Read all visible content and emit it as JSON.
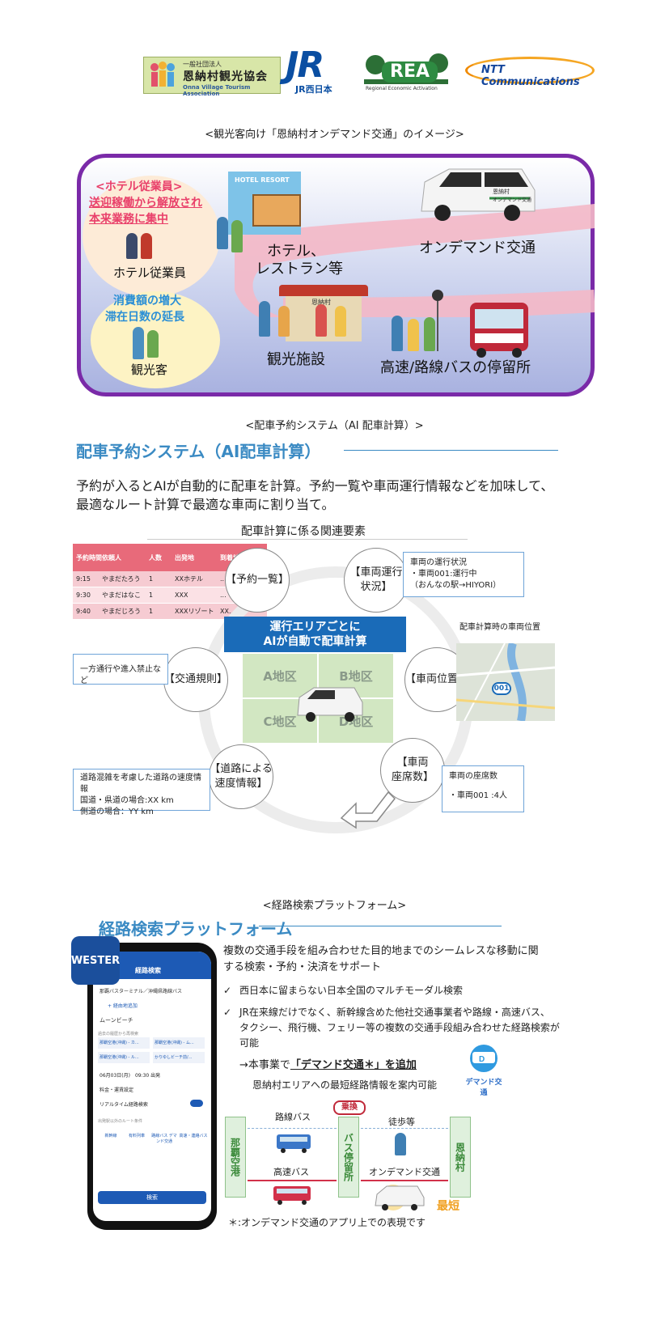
{
  "logos": {
    "onna": {
      "small": "一般社団法人",
      "name": "恩納村観光協会",
      "en": "Onna Village Tourism Association"
    },
    "jr": {
      "mark": "JR",
      "name": "JR西日本"
    },
    "rea": {
      "mark": "REA",
      "sub": "Regional Economic Activation"
    },
    "ntt": {
      "name": "NTT Communications"
    }
  },
  "section1": {
    "caption": "<観光客向け「恩納村オンデマンド交通」のイメージ>",
    "staff_bubble": {
      "l1": "<ホテル従業員>",
      "l2": "送迎稼働から解放され",
      "l3": "本来業務に集中",
      "label": "ホテル従業員"
    },
    "tourist_bubble": {
      "l1": "消費額の増大",
      "l2": "滞在日数の延長",
      "label": "観光客"
    },
    "hotel": {
      "l1": "ホテル、",
      "l2": "レストラン等",
      "sign": "HOTEL RESORT"
    },
    "ondemand": "オンデマンド交通",
    "van_text": {
      "l1": "恩納村",
      "l2": "オンデマンド交通"
    },
    "facility": "観光施設",
    "facility_sign": "恩納村",
    "bus_stop": "高速/路線バスの停留所"
  },
  "section2": {
    "caption": "<配車予約システム（AI 配車計算）>",
    "title": "配車予約システム（AI配車計算）",
    "para1": "予約が入るとAIが自動的に配車を計算。予約一覧や車両運行情報などを加味して、",
    "para2": "最適なルート計算で最適な車両に割り当て。",
    "diagram_title": "配車計算に係る関連要素",
    "table": {
      "headers": [
        "予約時間",
        "依頼人",
        "人数",
        "出発地",
        "到着地"
      ],
      "rows": [
        [
          "9:15",
          "やまだたろう",
          "1",
          "XXホテル",
          "..."
        ],
        [
          "9:30",
          "やまだはなこ",
          "1",
          "XXX",
          "..."
        ],
        [
          "9:40",
          "やまだじろう",
          "1",
          "XXXリゾート",
          "XX..."
        ]
      ]
    },
    "nodes": {
      "reservations": "【予約一覧】",
      "vehicle_status_l1": "【車両運行",
      "vehicle_status_l2": "状況】",
      "traffic_rules": "【交通規則】",
      "vehicle_position": "【車両位置】",
      "road_speed_l1": "【道路による",
      "road_speed_l2": "速度情報】",
      "seats_l1": "【車両",
      "seats_l2": "座席数】"
    },
    "banner": {
      "l1": "運行エリアごとに",
      "l2": "AIが自動で配車計算"
    },
    "areas": [
      "A地区",
      "B地区",
      "C地区",
      "D地区"
    ],
    "info_status": {
      "l1": "車両の運行状況",
      "l2": "・車両001:運行中",
      "l3": "（おんなの駅→HIYORI）"
    },
    "map_title": "配車計算時の車両位置",
    "map_vehicle": "001",
    "info_rules": "一方通行や進入禁止など",
    "info_speed": {
      "l1": "道路混雑を考慮した道路の速度情報",
      "l2": "国道・県道の場合:XX km",
      "l3": "側道の場合：YY km"
    },
    "info_seats": {
      "l1": "車両の座席数",
      "l2": "・車両001 :4人"
    }
  },
  "section3": {
    "caption": "<経路検索プラットフォーム>",
    "title": "経路検索プラットフォーム",
    "wester": "WESTER",
    "phone": {
      "header": "経路検索",
      "from": "那覇バスターミナル／沖縄県路線バス",
      "via": "+ 経由地追加",
      "to": "ムーンビーチ",
      "recent": "過去の履歴から再検索",
      "chips": [
        "那覇空港(沖縄) - カ...",
        "那覇空港(沖縄) - ム...",
        "那覇空港(沖縄) - ル...",
        "かりゆしビーチ前/..."
      ],
      "date": "06月03日(月)　09:30 出発",
      "fare": "料金・運賃設定",
      "realtime": "リアルタイム経路検索",
      "modes_title": "出発駅以外のルート条件",
      "mode_labels": [
        "新幹線",
        "有料列車",
        "路線バス デマンド交通",
        "高速・連絡バス"
      ],
      "search": "検索"
    },
    "intro1": "複数の交通手段を組み合わせた目的地までのシームレスな移動に関",
    "intro2": "する検索・予約・決済をサポート",
    "check1": "西日本に留まらない日本全国のマルチモーダル検索",
    "check2a": "JR在来線だけでなく、新幹線含めた他社交通事業者や路線・高速バス、",
    "check2b": "タクシー、飛行機、フェリー等の複数の交通手段組み合わせた経路検索が",
    "check2c": "可能",
    "arrow_prefix": "→本事業で",
    "arrow_bold": "「デマンド交通＊」を追加",
    "sub_line": "恩納村エリアへの最短経路情報を案内可能",
    "demand_icon": "デマンド交通",
    "flow": {
      "start": "那覇空港",
      "mid": "バス停留所",
      "end": "恩納村",
      "transfer": "乗換",
      "route_bus": "路線バス",
      "express_bus": "高速バス",
      "walk": "徒歩等",
      "ondemand": "オンデマンド交通",
      "shortest": "最短"
    },
    "footnote": "＊:オンデマンド交通のアプリ上での表現です"
  }
}
